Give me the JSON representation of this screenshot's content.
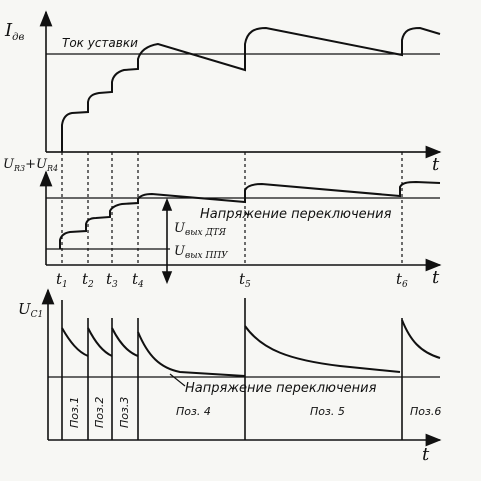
{
  "panel_top": {
    "ylabel": "I",
    "ylabel_sub": "дв",
    "xlabel": "t",
    "reference_label": "Ток уставки"
  },
  "panel_mid": {
    "ylabel": "U",
    "ylabel_sub": "R3",
    "ylabel_mid": "+U",
    "ylabel_sub2": "R4",
    "xlabel": "t",
    "switch_label": "Напряжение переключения",
    "u_dta_main": "U",
    "u_dta_sub": "вых ДТЯ",
    "u_ppu_main": "U",
    "u_ppu_sub": "вых ППУ",
    "time_labels": [
      {
        "main": "t",
        "sub": "1"
      },
      {
        "main": "t",
        "sub": "2"
      },
      {
        "main": "t",
        "sub": "3"
      },
      {
        "main": "t",
        "sub": "4"
      },
      {
        "main": "t",
        "sub": "5"
      },
      {
        "main": "t",
        "sub": "6"
      }
    ]
  },
  "panel_bottom": {
    "ylabel": "U",
    "ylabel_sub": "C1",
    "xlabel": "t",
    "switch_label": "Напряжение переключения",
    "positions": [
      "Поз.1",
      "Поз.2",
      "Поз.3",
      "Поз. 4",
      "Поз. 5",
      "Поз.6"
    ]
  },
  "colors": {
    "ink": "#111111",
    "paper": "#f7f7f4"
  }
}
